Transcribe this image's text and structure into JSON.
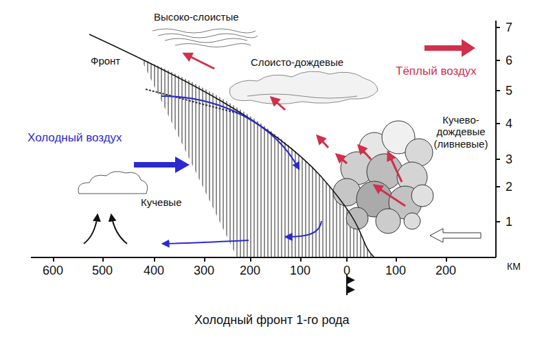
{
  "diagram": {
    "caption": "Холодный фронт 1-го рода",
    "labels": [
      "Высоко-слоистые",
      "Фронт",
      "Слоисто-дождевые",
      "Тёплый воздух",
      "Холодный воздух",
      "Кучево- дождевые (ливневые)",
      "Кучевые",
      "7",
      "6",
      "5",
      "4",
      "3",
      "2",
      "1",
      "600",
      "500",
      "400",
      "300",
      "200",
      "100",
      "0",
      "100",
      "200",
      "КМ"
    ]
  }
}
